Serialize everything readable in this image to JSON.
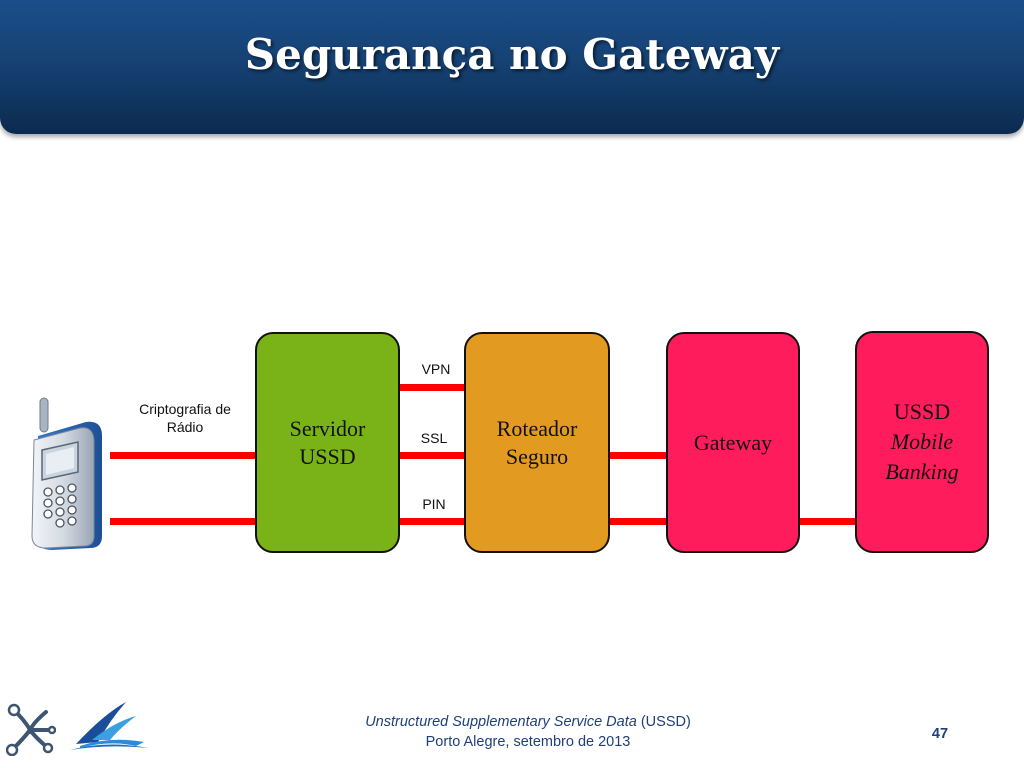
{
  "header": {
    "title": "Segurança no Gateway"
  },
  "diagram": {
    "labels": {
      "radio_crypto_line1": "Criptografia de",
      "radio_crypto_line2": "Rádio",
      "vpn": "VPN",
      "ssl": "SSL",
      "pin": "PIN"
    },
    "boxes": {
      "servidor": {
        "line1": "Servidor",
        "line2": "USSD",
        "color": "#7ab317"
      },
      "roteador": {
        "line1": "Roteador",
        "line2": "Seguro",
        "color": "#e29b20"
      },
      "gateway": {
        "line1": "Gateway",
        "color": "#ff1c5c"
      },
      "banking": {
        "line1": "USSD",
        "line2": "Mobile",
        "line3": "Banking",
        "color": "#ff1c5c"
      }
    },
    "connector_color": "#ff0000"
  },
  "footer": {
    "subtitle_italic": "Unstructured Supplementary Service Data",
    "subtitle_abbr": "(USSD)",
    "location_date": "Porto Alegre, setembro de 2013",
    "page_number": "47"
  }
}
